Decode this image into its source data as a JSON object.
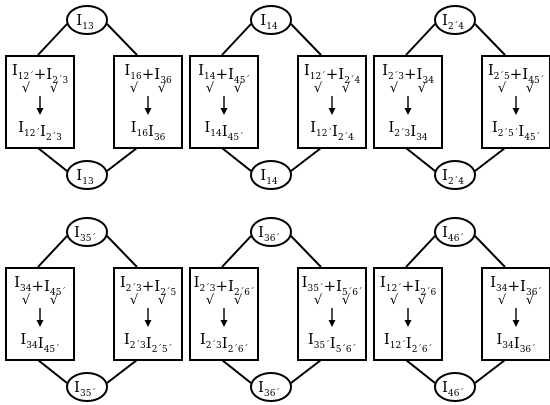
{
  "modules": [
    {
      "top": {
        "sym": "I",
        "sub": "13"
      },
      "bottom": {
        "sym": "I",
        "sub": "13"
      },
      "left": {
        "eq": [
          {
            "sym": "I",
            "sub": "12´"
          },
          {
            "text": "+"
          },
          {
            "sym": "I",
            "sub": "2´3"
          }
        ],
        "result": [
          {
            "sym": "I",
            "sub": "12´"
          },
          {
            "sym": "I",
            "sub": "2´3"
          }
        ]
      },
      "right": {
        "eq": [
          {
            "sym": "I",
            "sub": "16"
          },
          {
            "text": "+"
          },
          {
            "sym": "I",
            "sub": "36"
          }
        ],
        "result": [
          {
            "sym": "I",
            "sub": "16"
          },
          {
            "sym": "I",
            "sub": "36"
          }
        ]
      }
    },
    {
      "top": {
        "sym": "I",
        "sub": "14"
      },
      "bottom": {
        "sym": "I",
        "sub": "14"
      },
      "left": {
        "eq": [
          {
            "sym": "I",
            "sub": "14"
          },
          {
            "text": "+"
          },
          {
            "sym": "I",
            "sub": "45´"
          }
        ],
        "result": [
          {
            "sym": "I",
            "sub": "14"
          },
          {
            "sym": "I",
            "sub": "45´"
          }
        ]
      },
      "right": {
        "eq": [
          {
            "sym": "I",
            "sub": "12´"
          },
          {
            "text": "+"
          },
          {
            "sym": "I",
            "sub": "2´4"
          }
        ],
        "result": [
          {
            "sym": "I",
            "sub": "12´"
          },
          {
            "sym": "I",
            "sub": "2´4"
          }
        ]
      }
    },
    {
      "top": {
        "sym": "I",
        "sub": "2´4"
      },
      "bottom": {
        "sym": "I",
        "sub": "2´4"
      },
      "left": {
        "eq": [
          {
            "sym": "I",
            "sub": "2´3"
          },
          {
            "text": "+"
          },
          {
            "sym": "I",
            "sub": "34"
          }
        ],
        "result": [
          {
            "sym": "I",
            "sub": "2´3"
          },
          {
            "sym": "I",
            "sub": "34"
          }
        ]
      },
      "right": {
        "eq": [
          {
            "sym": "I",
            "sub": "2´5"
          },
          {
            "text": "+"
          },
          {
            "sym": "I",
            "sub": "45´"
          }
        ],
        "result": [
          {
            "sym": "I",
            "sub": "2´5´"
          },
          {
            "sym": "I",
            "sub": "45´"
          }
        ]
      }
    },
    {
      "top": {
        "sym": "I",
        "sub": "35´"
      },
      "bottom": {
        "sym": "I",
        "sub": "35´"
      },
      "left": {
        "eq": [
          {
            "sym": "I",
            "sub": "34"
          },
          {
            "text": "+"
          },
          {
            "sym": "I",
            "sub": "45´"
          }
        ],
        "result": [
          {
            "sym": "I",
            "sub": "34"
          },
          {
            "sym": "I",
            "sub": "45´"
          }
        ]
      },
      "right": {
        "eq": [
          {
            "sym": "I",
            "sub": "2´3"
          },
          {
            "text": "+"
          },
          {
            "sym": "I",
            "sub": "2´5"
          }
        ],
        "result": [
          {
            "sym": "I",
            "sub": "2´3"
          },
          {
            "sym": "I",
            "sub": "2´5´"
          }
        ]
      }
    },
    {
      "top": {
        "sym": "I",
        "sub": "36´"
      },
      "bottom": {
        "sym": "I",
        "sub": "36´"
      },
      "left": {
        "eq": [
          {
            "sym": "I",
            "sub": "2´3"
          },
          {
            "text": "+"
          },
          {
            "sym": "I",
            "sub": "2´6´"
          }
        ],
        "result": [
          {
            "sym": "I",
            "sub": "2´3"
          },
          {
            "sym": "I",
            "sub": "2´6´"
          }
        ]
      },
      "right": {
        "eq": [
          {
            "sym": "I",
            "sub": "35´"
          },
          {
            "text": "+"
          },
          {
            "sym": "I",
            "sub": "5´6´"
          }
        ],
        "result": [
          {
            "sym": "I",
            "sub": "35´"
          },
          {
            "sym": "I",
            "sub": "5´6´"
          }
        ]
      }
    },
    {
      "top": {
        "sym": "I",
        "sub": "46´"
      },
      "bottom": {
        "sym": "I",
        "sub": "46´"
      },
      "left": {
        "eq": [
          {
            "sym": "I",
            "sub": "12´"
          },
          {
            "text": "+"
          },
          {
            "sym": "I",
            "sub": "2´6"
          }
        ],
        "result": [
          {
            "sym": "I",
            "sub": "12´"
          },
          {
            "sym": "I",
            "sub": "2´6´"
          }
        ]
      },
      "right": {
        "eq": [
          {
            "sym": "I",
            "sub": "34"
          },
          {
            "text": "+"
          },
          {
            "sym": "I",
            "sub": "36´"
          }
        ],
        "result": [
          {
            "sym": "I",
            "sub": "34"
          },
          {
            "sym": "I",
            "sub": "36´"
          }
        ]
      }
    }
  ],
  "check_mark": "√",
  "stroke_color": "#000000"
}
